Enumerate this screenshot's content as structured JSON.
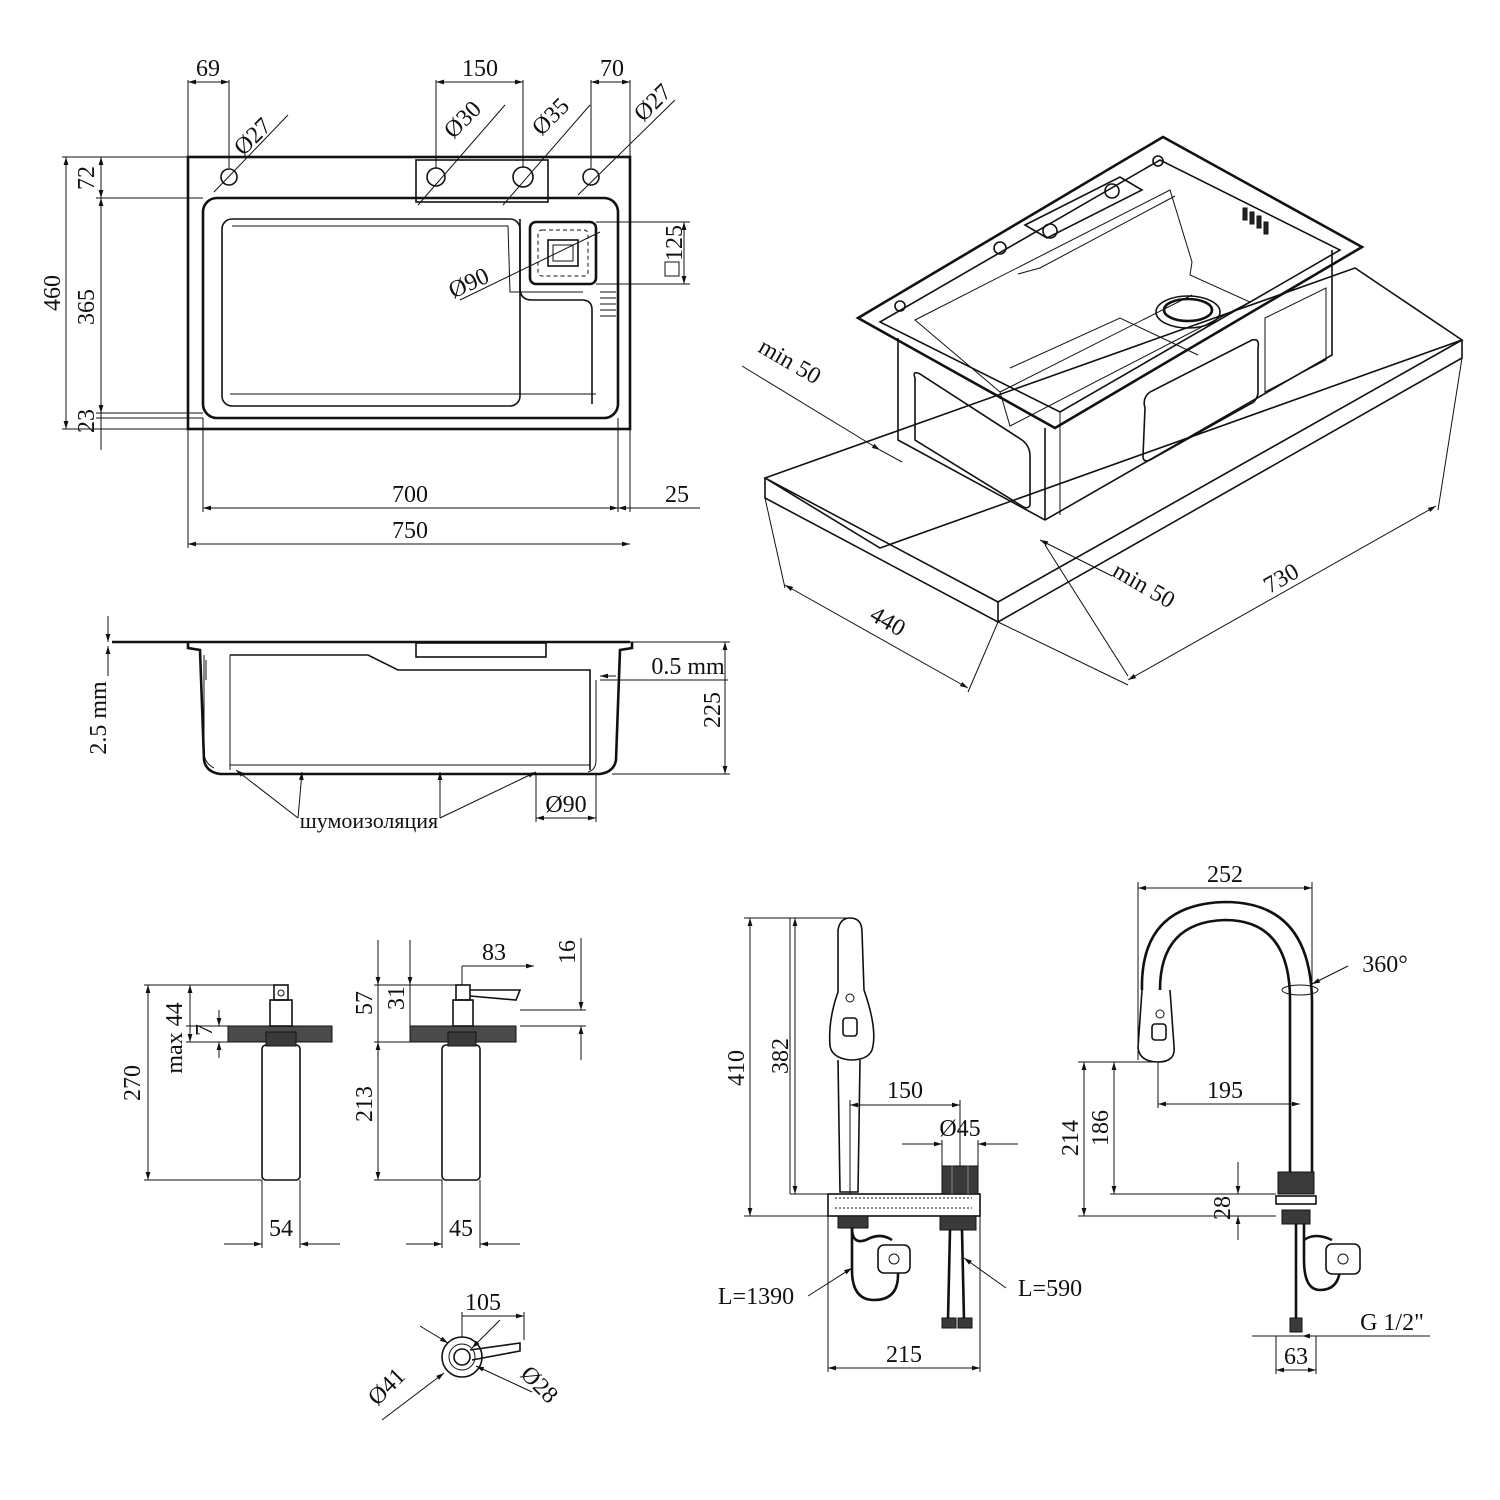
{
  "top_view": {
    "dim_69": "69",
    "dim_150": "150",
    "dim_70": "70",
    "dia_27_left": "Ø27",
    "dia_30": "Ø30",
    "dia_35": "Ø35",
    "dia_27_right": "Ø27",
    "dim_72": "72",
    "dim_460": "460",
    "dim_365": "365",
    "dim_23": "23",
    "dim_125": "125",
    "dia_90": "Ø90",
    "dim_700": "700",
    "dim_25": "25",
    "dim_750": "750"
  },
  "iso_view": {
    "min_50_left": "min 50",
    "min_50_right": "min 50",
    "dim_440": "440",
    "dim_730": "730"
  },
  "side_view": {
    "thickness": "2.5 mm",
    "sheet": "0.5 mm",
    "depth": "225",
    "dia_90": "Ø90",
    "insulation_label": "шумоизоляция"
  },
  "dispenser": {
    "max_44": "max 44",
    "dim_7": "7",
    "dim_270": "270",
    "dim_54": "54",
    "dim_83": "83",
    "dim_16": "16",
    "dim_57": "57",
    "dim_31": "31",
    "dim_213": "213",
    "dim_45": "45",
    "dim_105": "105",
    "dia_41": "Ø41",
    "dia_28": "Ø28"
  },
  "faucet_front": {
    "dim_410": "410",
    "dim_382": "382",
    "dim_150": "150",
    "dia_45": "Ø45",
    "hose_1": "L=1390",
    "hose_2": "L=590",
    "dim_215": "215"
  },
  "faucet_side": {
    "dim_252": "252",
    "rotation": "360°",
    "dim_214": "214",
    "dim_186": "186",
    "dim_195": "195",
    "dim_28": "28",
    "thread": "G 1/2\"",
    "dim_63": "63"
  }
}
